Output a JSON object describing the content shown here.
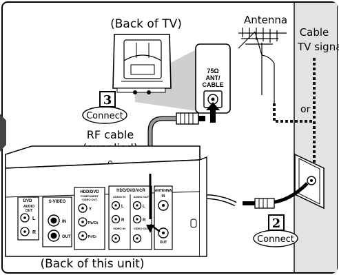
{
  "labels": {
    "back_of_tv": "(Back of TV)",
    "antenna": "Antenna",
    "cable": "Cable",
    "tv_signal": "TV signal",
    "or": "or",
    "rf_cable": "RF cable",
    "supplied": "(supplied)",
    "back_of_unit": "(Back of this unit)"
  },
  "steps": [
    {
      "number": "3",
      "label": "Connect"
    },
    {
      "number": "2",
      "label": "Connect"
    }
  ],
  "tv_jack": {
    "line1": "75Ω",
    "line2": "ANT/",
    "line3": "CABLE"
  },
  "panel": {
    "dvd": "DVD",
    "audio_out": "AUDIO",
    "audio_out2": "OUT",
    "svideo": "S-VIDEO",
    "in": "IN",
    "out": "OUT",
    "hdd_dvd": "HDD/DVD",
    "component": "COMPONENT",
    "video_out": "VIDEO OUT",
    "y": "Y",
    "pb": "Pb/Cb",
    "pr": "Pr/Cr",
    "hdd_dvd_vcr": "HDD/DVD/VCR",
    "audio_in": "AUDIO IN",
    "audio_out_b": "AUDIO OUT",
    "antenna": "ANTENNA",
    "ant_in": "IN",
    "ant_out": "OUT",
    "video_in": "VIDEO IN",
    "video_out2": "VIDEO OUT",
    "l": "L",
    "r": "R"
  },
  "colors": {
    "grey_panel": "#e3e3e3",
    "beam": "#c9c9c9",
    "dotted": "#222222",
    "line": "#000000"
  }
}
